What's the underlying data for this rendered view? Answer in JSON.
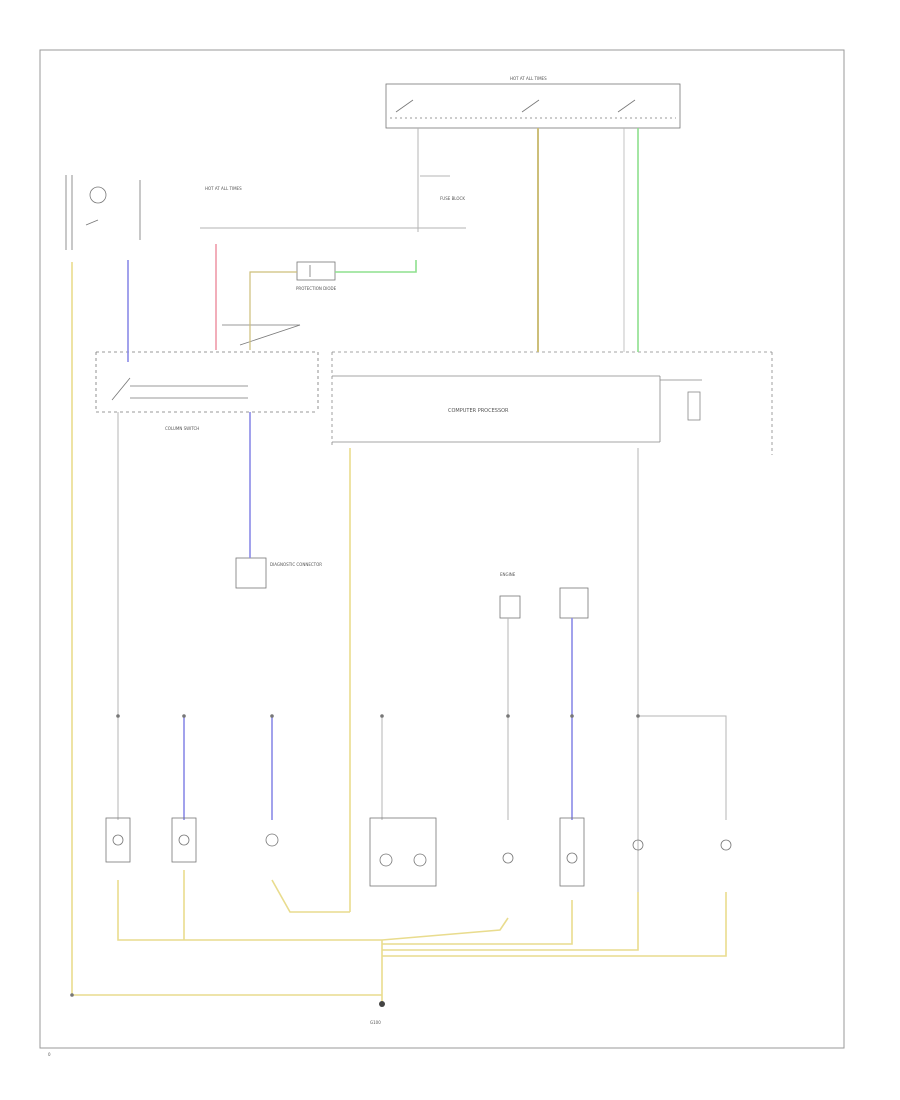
{
  "colors": {
    "wire": "#b5b5b5",
    "dark": "#555555",
    "blue": "#8b8be8",
    "pink": "#ee9aa8",
    "green": "#8ee08e",
    "tan": "#cdbf7a",
    "yellow": "#e9dc8e",
    "frame": "#9a9a9a"
  },
  "labels": {
    "hot_all_times_top": "HOT AT ALL TIMES",
    "hot_all_times_left": "HOT AT ALL TIMES",
    "fuse_block": "FUSE BLOCK",
    "protection_diode": "PROTECTION DIODE",
    "computer_processor": "COMPUTER PROCESSOR",
    "diagnostic_connector": "DIAGNOSTIC CONNECTOR",
    "engine": "ENGINE",
    "column_switch": "COLUMN SWITCH",
    "ground": "G100",
    "part_no": "0"
  }
}
